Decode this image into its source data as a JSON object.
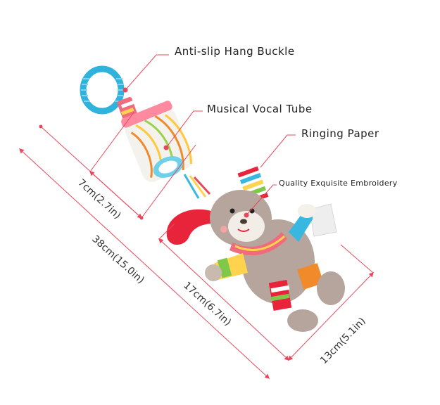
{
  "callouts": {
    "buckle": "Anti-slip Hang Buckle",
    "tube": "Musical Vocal Tube",
    "paper": "Ringing Paper",
    "embroidery": "Quality Exquisite Embroidery"
  },
  "dimensions": {
    "tube_width": "7cm(2.7in)",
    "total_length": "38cm(15.0in)",
    "doll_length": "17cm(6.7in)",
    "doll_width": "13cm(5.1in)"
  },
  "colors": {
    "dimension_line": "#e8485a",
    "ring": "#2fb2dc",
    "bunny_body": "#b5a59c",
    "ear_red": "#e8243a"
  }
}
